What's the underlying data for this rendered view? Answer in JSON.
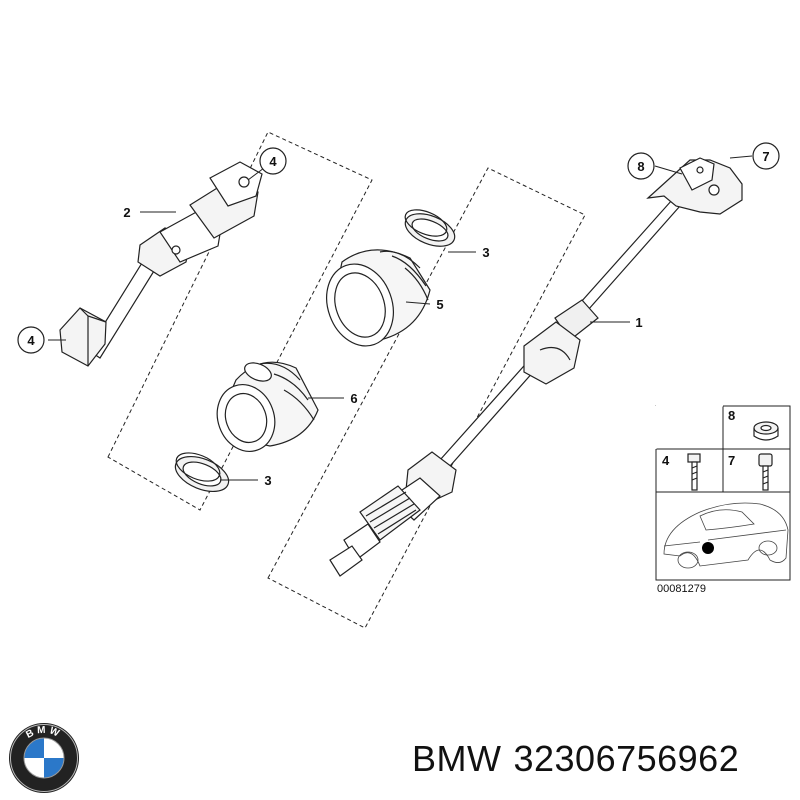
{
  "diagram": {
    "callouts": [
      {
        "id": "c1",
        "label": "1"
      },
      {
        "id": "c2",
        "label": "2"
      },
      {
        "id": "c3a",
        "label": "3"
      },
      {
        "id": "c3b",
        "label": "3"
      },
      {
        "id": "c4a",
        "label": "4"
      },
      {
        "id": "c4b",
        "label": "4"
      },
      {
        "id": "c5",
        "label": "5"
      },
      {
        "id": "c6",
        "label": "6"
      },
      {
        "id": "c7",
        "label": "7"
      },
      {
        "id": "c8",
        "label": "8"
      }
    ],
    "legend": {
      "items": [
        "8",
        "4",
        "7"
      ],
      "code": "00081279"
    }
  },
  "caption": {
    "brand": "BMW",
    "part_number": "32306756962"
  },
  "logo": {
    "text": "BMW",
    "colors": {
      "blue": "#2b78c9",
      "white": "#ffffff",
      "black": "#111111"
    }
  }
}
